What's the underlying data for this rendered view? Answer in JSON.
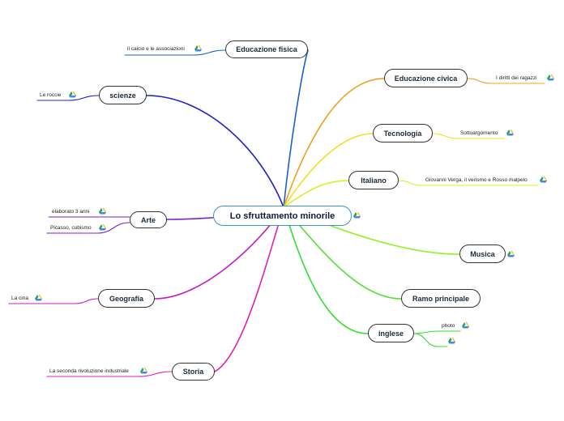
{
  "central": {
    "label": "Lo sfruttamento minorile"
  },
  "branches": {
    "educazione_fisica": {
      "label": "Educazione fisica",
      "color": "#1e5fd0",
      "children": [
        "il calcio e le associazioni"
      ]
    },
    "scienze": {
      "label": "scienze",
      "color": "#2020c8",
      "children": [
        "Le roccie"
      ]
    },
    "arte": {
      "label": "Arte",
      "color": "#7b1fd0",
      "children": [
        "elaborato 3 anni",
        "Picasso, cubismo"
      ]
    },
    "geografia": {
      "label": "Geografia",
      "color": "#c020c0",
      "children": [
        "La cina"
      ]
    },
    "storia": {
      "label": "Storia",
      "color": "#e020b0",
      "children": [
        "La seconda rivoluzione industriale"
      ]
    },
    "educazione_civica": {
      "label": "Educazione civica",
      "color": "#f0a020",
      "children": [
        "I diritti dei ragazzi"
      ]
    },
    "tecnologia": {
      "label": "Tecnologia",
      "color": "#f0e020",
      "children": [
        "Sottoargomento"
      ]
    },
    "italiano": {
      "label": "Italiano",
      "color": "#d8f020",
      "children": [
        "Giovanni Verga, il verismo e Rosso malpelo"
      ]
    },
    "musica": {
      "label": "Musica",
      "color": "#90f020",
      "children": []
    },
    "ramo_principale": {
      "label": "Ramo principale",
      "color": "#50e030",
      "children": []
    },
    "inglese": {
      "label": "inglese",
      "color": "#30e030",
      "children": [
        "photo",
        ""
      ]
    }
  },
  "icons": {
    "attachment": "google-drive-icon"
  }
}
